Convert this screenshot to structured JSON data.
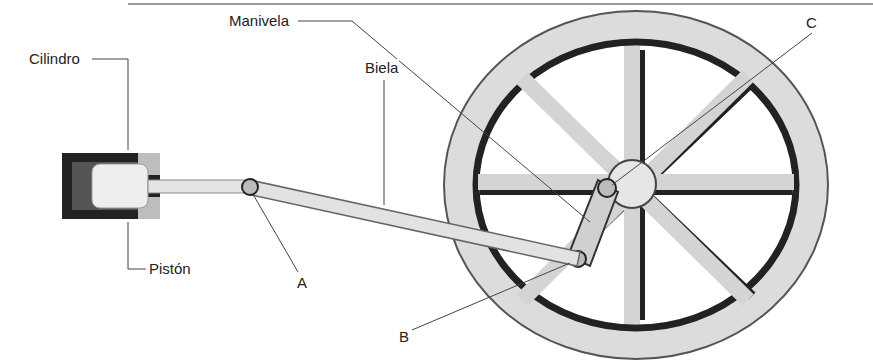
{
  "diagram": {
    "labels": [
      "Manivela",
      "C",
      "Cilindro",
      "Biela",
      "Pistón",
      "A",
      "B"
    ]
  }
}
